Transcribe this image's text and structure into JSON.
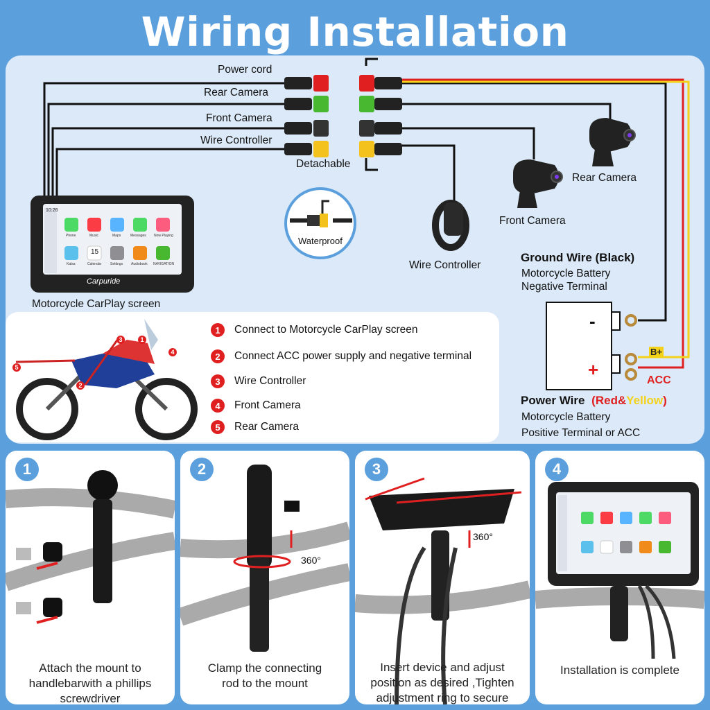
{
  "title": "Wiring Installation",
  "wiring": {
    "power_cord": "Power cord",
    "rear_camera": "Rear Camera",
    "front_camera": "Front Camera",
    "wire_controller": "Wire Controller",
    "detachable": "Detachable",
    "waterproof": "Waterproof",
    "screen_label": "Motorcycle CarPlay screen",
    "brand": "Carpuride",
    "controller_label": "Wire Controller",
    "front_cam_label": "Front Camera",
    "rear_cam_label": "Rear Camera"
  },
  "battery": {
    "ground_title": "Ground Wire (Black)",
    "ground_desc1": "Motorcycle Battery",
    "ground_desc2": "Negative Terminal",
    "minus": "-",
    "plus": "+",
    "b_plus": "B+",
    "acc": "ACC",
    "power_title": "Power Wire",
    "power_open": "(",
    "power_red": "Red",
    "power_amp": "&",
    "power_yellow": "Yellow",
    "power_close": ")",
    "power_desc1": "Motorcycle Battery",
    "power_desc2": "Positive Terminal or ACC"
  },
  "legend": [
    {
      "num": "1",
      "text": "Connect to Motorcycle CarPlay screen"
    },
    {
      "num": "2",
      "text": "Connect ACC power supply and negative terminal"
    },
    {
      "num": "3",
      "text": "Wire Controller"
    },
    {
      "num": "4",
      "text": "Front Camera"
    },
    {
      "num": "5",
      "text": "Rear Camera"
    }
  ],
  "steps": [
    {
      "num": "1",
      "caption1": "Attach the mount to",
      "caption2": "handlebarwith a phillips",
      "caption3": "screwdriver"
    },
    {
      "num": "2",
      "caption1": "Clamp the connecting",
      "caption2": "rod to the mount",
      "angle": "360°"
    },
    {
      "num": "3",
      "caption1": "Insert device and adjust",
      "caption2": "position as desired ,Tighten",
      "caption3": "adjustment ring  to secure",
      "angle": "360°"
    },
    {
      "num": "4",
      "caption1": "Installation is complete"
    }
  ],
  "screen_apps": [
    "Phone",
    "Music",
    "Maps",
    "Messages",
    "Now Playing",
    "Kalsa",
    "Calendar",
    "Settings",
    "Audiobook",
    "NAVIGATION"
  ],
  "screen_time": "10:26",
  "screen_date": "15",
  "colors": {
    "bg": "#5b9fdd",
    "panel": "#dbe9f8",
    "red": "#e02020",
    "yellow": "#f4d21c",
    "green": "#47b82f",
    "orange": "#f08a1a"
  }
}
